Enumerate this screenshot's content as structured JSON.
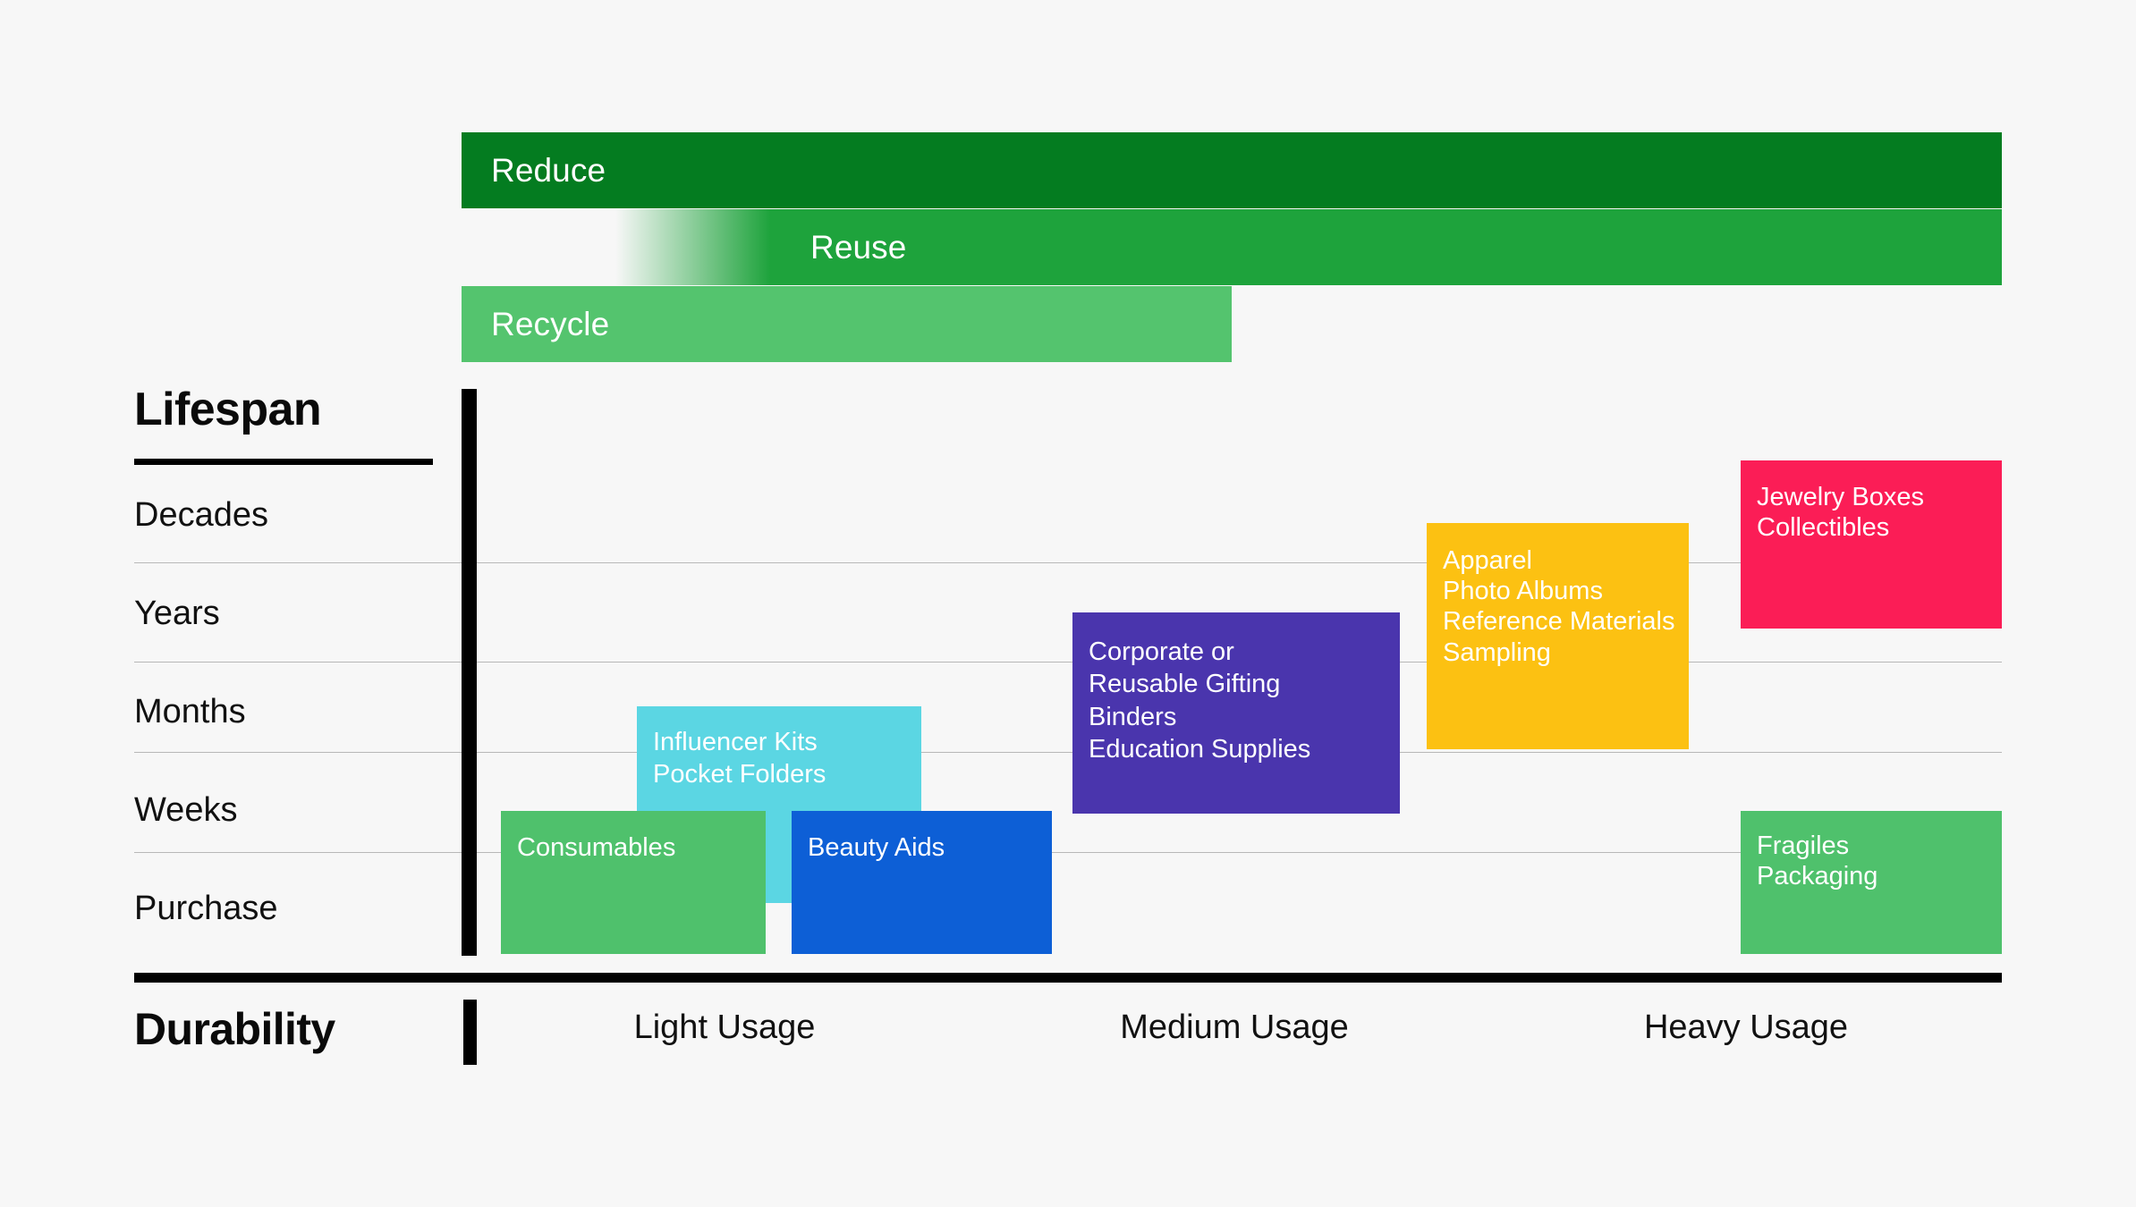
{
  "chart_data": {
    "type": "bar",
    "title": "",
    "subtitle": "",
    "xlabel": "Durability",
    "ylabel": "Lifespan",
    "grid": true,
    "legend_position": "none",
    "y_axis": {
      "label": "Lifespan",
      "categories": [
        "Decades",
        "Years",
        "Months",
        "Weeks",
        "Purchase"
      ]
    },
    "x_axis": {
      "label": "Durability",
      "categories": [
        "Light Usage",
        "Medium Usage",
        "Heavy Usage"
      ]
    },
    "hierarchy_bars": [
      {
        "name": "Reduce",
        "label": "Reduce",
        "color": "#047c20",
        "x_start": "Light Usage",
        "x_end": "Heavy Usage",
        "span_fraction": 1.0,
        "fade_left": false
      },
      {
        "name": "Reuse",
        "label": "Reuse",
        "color": "#1ea33c",
        "x_start": "Light Usage",
        "x_end": "Heavy Usage",
        "span_fraction": 1.0,
        "fade_left": true
      },
      {
        "name": "Recycle",
        "label": "Recycle",
        "color": "#54c46e",
        "x_start": "Light Usage",
        "x_end": "Medium Usage",
        "span_fraction": 0.5,
        "fade_left": false
      }
    ],
    "boxes": [
      {
        "id": "jewelry-boxes",
        "text": "Jewelry Boxes\nCollectibles",
        "color": "#fb1d56",
        "durability": "Heavy Usage",
        "lifespan_top": "Decades",
        "lifespan_bottom": "Years"
      },
      {
        "id": "apparel",
        "text": "Apparel\nPhoto Albums\nReference Materials\nSampling",
        "color": "#fcc112",
        "durability": "Heavy Usage",
        "lifespan_top": "Decades",
        "lifespan_bottom": "Months"
      },
      {
        "id": "corporate-gifting",
        "text": "Corporate or\nReusable Gifting\nBinders\nEducation Supplies",
        "color": "#4a35ad",
        "durability": "Medium Usage",
        "lifespan_top": "Years",
        "lifespan_bottom": "Weeks"
      },
      {
        "id": "influencer-kits",
        "text": "Influencer Kits\nPocket Folders",
        "color": "#5bd6e3",
        "durability": "Light Usage",
        "lifespan_top": "Months",
        "lifespan_bottom": "Weeks"
      },
      {
        "id": "consumables",
        "text": "Consumables",
        "color": "#4fc16c",
        "durability": "Light Usage",
        "lifespan_top": "Weeks",
        "lifespan_bottom": "Purchase"
      },
      {
        "id": "beauty-aids",
        "text": "Beauty Aids",
        "color": "#0d5fd6",
        "durability": "Light Usage",
        "lifespan_top": "Weeks",
        "lifespan_bottom": "Purchase"
      },
      {
        "id": "fragiles",
        "text": "Fragiles\nPackaging",
        "color": "#4fc16c",
        "durability": "Heavy Usage",
        "lifespan_top": "Weeks",
        "lifespan_bottom": "Purchase"
      }
    ]
  },
  "colors": {
    "background": "#f7f7f7",
    "axis": "#000000",
    "gridline": "#b8b8b8",
    "text": "#111111",
    "box_text": "#ffffff"
  }
}
